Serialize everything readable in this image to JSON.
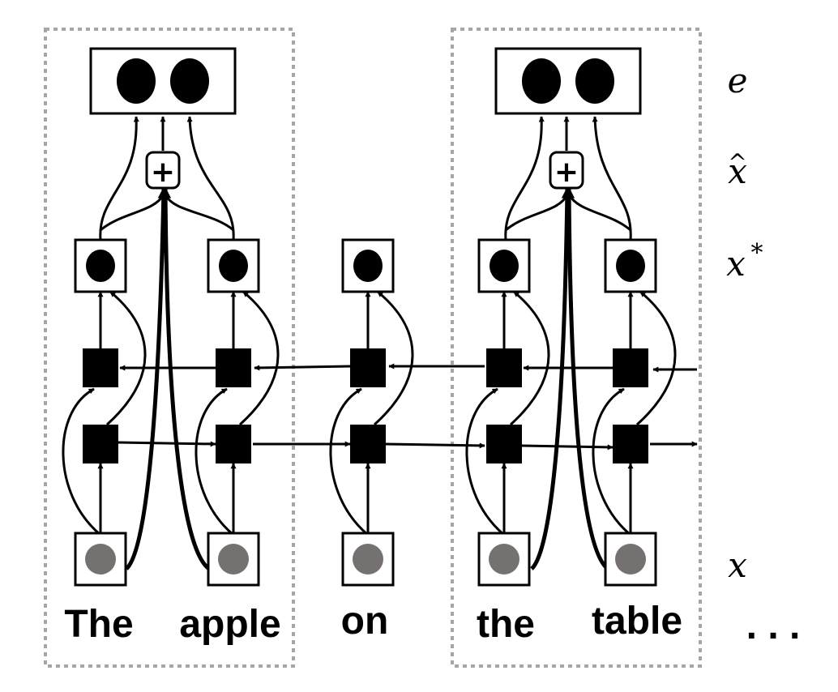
{
  "words": [
    "The",
    "apple",
    "on",
    "the",
    "table"
  ],
  "ellipsis": ". . .",
  "row_labels": {
    "e": "e",
    "x_hat": "x",
    "x_hat_accent": "^",
    "x_star": "x",
    "x_star_sup": "*",
    "x": "x"
  },
  "plus_symbol": "+",
  "colors": {
    "stroke": "#000000",
    "hidden_fill": "#000000",
    "input_dot": "#767171",
    "group_border": "#a6a6a6"
  }
}
